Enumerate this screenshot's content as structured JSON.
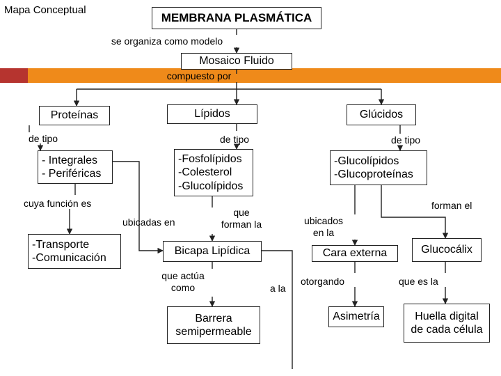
{
  "corner_title": "Mapa Conceptual",
  "nodes": {
    "membrana": "MEMBRANA PLASMÁTICA",
    "mosaico": "Mosaico Fluido",
    "proteinas": "Proteínas",
    "lipidos": "Lípidos",
    "glucidos": "Glúcidos",
    "tipos_proteinas": "- Integrales\n- Periféricas",
    "tipos_lipidos": "-Fosfolípidos\n-Colesterol\n-Glucolípidos",
    "tipos_glucidos": "-Glucolípidos\n-Glucoproteínas",
    "funciones": "-Transporte\n-Comunicación",
    "bicapa": "Bicapa Lipídica",
    "cara_externa": "Cara externa",
    "glucocalix": "Glucocálix",
    "barrera": "Barrera\nsemipermeable",
    "asimetria": "Asimetría",
    "huella": "Huella digital\nde cada célula"
  },
  "links": {
    "organiza": "se organiza como modelo",
    "compuesto": "compuesto por",
    "de_tipo_1": "de tipo",
    "de_tipo_2": "de tipo",
    "de_tipo_3": "de tipo",
    "cuya_funcion": "cuya función es",
    "ubicadas_en": "ubicadas en",
    "que_forman": "que\nforman la",
    "ubicados_en": "ubicados\nen la",
    "forman_el": "forman el",
    "que_actua": "que actúa\ncomo",
    "a_la": "a la",
    "otorgando": "otorgando",
    "que_es_la": "que es la"
  },
  "colors": {
    "bar": "#ef8a1a",
    "bar_mark": "#b6342f",
    "line": "#222222"
  }
}
